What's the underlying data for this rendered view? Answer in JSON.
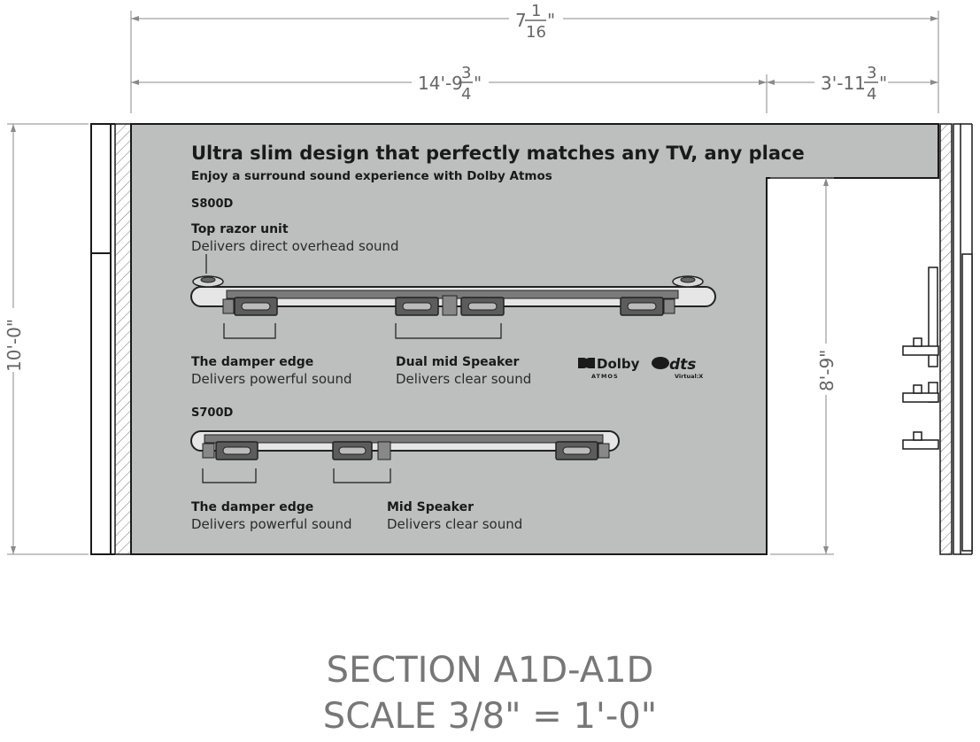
{
  "dimensions": {
    "overall_width": {
      "whole": "7",
      "num": "1",
      "den": "16",
      "unit": "\""
    },
    "left_span": {
      "whole": "14'-9",
      "num": "3",
      "den": "4",
      "unit": "\""
    },
    "right_span": {
      "whole": "3'-11",
      "num": "3",
      "den": "4",
      "unit": "\""
    },
    "height": "10'-0\"",
    "opening_height": "8'-9\""
  },
  "panel": {
    "title": "Ultra slim design that perfectly matches any TV, any place",
    "subtitle": "Enjoy a surround sound experience with Dolby Atmos",
    "s800d": {
      "model": "S800D",
      "top_unit": {
        "title": "Top razor unit",
        "desc": "Delivers direct overhead sound"
      },
      "damper": {
        "title": "The damper edge",
        "desc": "Delivers powerful sound"
      },
      "mid": {
        "title": "Dual mid Speaker",
        "desc": "Delivers clear sound"
      }
    },
    "s700d": {
      "model": "S700D",
      "damper": {
        "title": "The damper edge",
        "desc": "Delivers powerful sound"
      },
      "mid": {
        "title": "Mid Speaker",
        "desc": "Delivers clear sound"
      }
    },
    "logos": {
      "dolby": "Dolby",
      "dolby_sub": "ATMOS",
      "dts": "dts",
      "dts_sub": "Virtual:X"
    }
  },
  "caption": {
    "section": "SECTION A1D-A1D",
    "scale": "SCALE 3/8\" = 1'-0\""
  },
  "colors": {
    "panel_fill": "#bdbebe",
    "line": "#1a1a1a",
    "dim_line": "#8a8a8a",
    "speaker": "#5c5c5c"
  }
}
